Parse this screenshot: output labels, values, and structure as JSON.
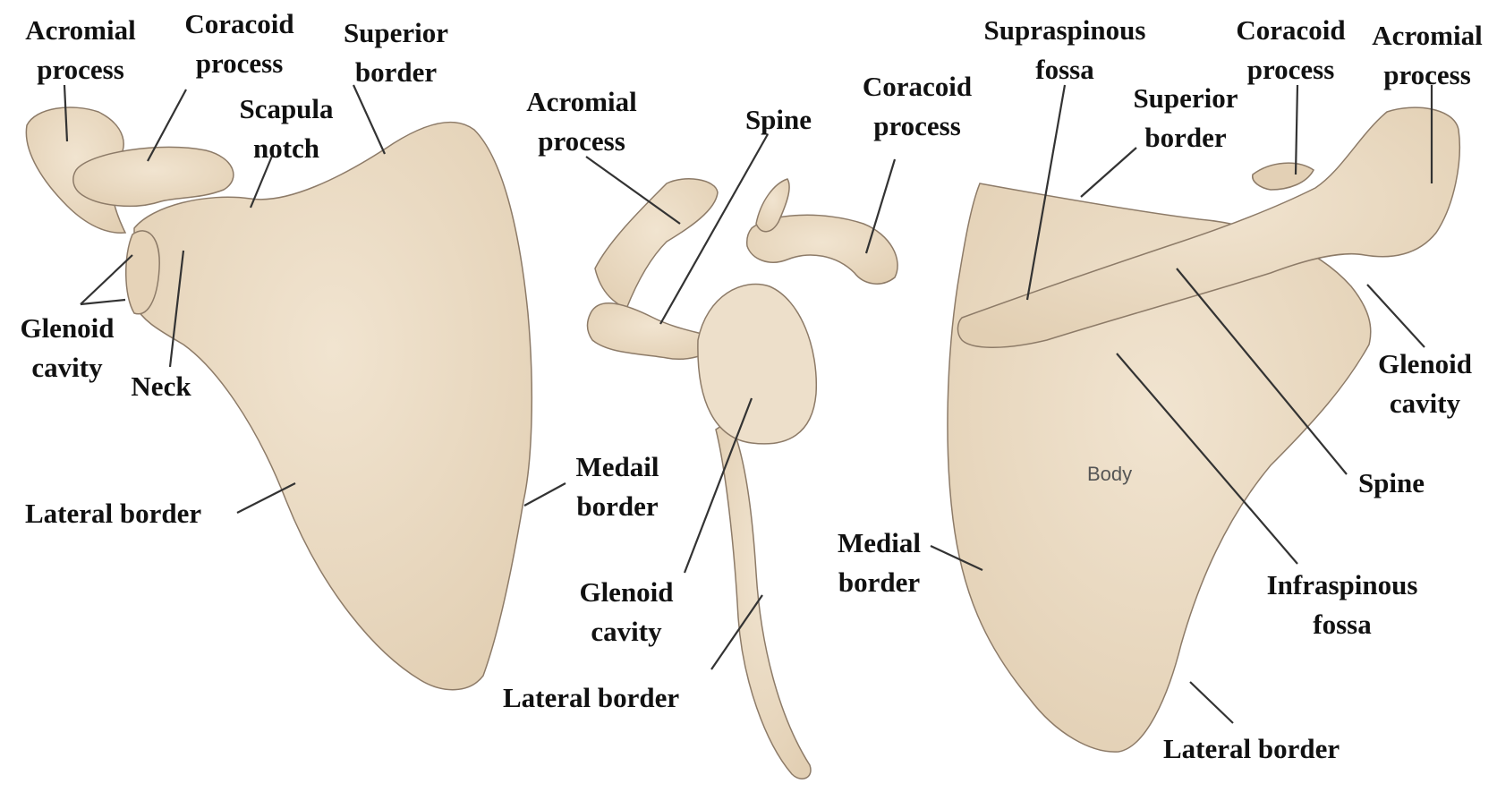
{
  "figure": {
    "background": "#ffffff",
    "bone_color": "#ecdcc5",
    "bone_shade": "#d9c6ab",
    "bone_outline": "#8d7b68",
    "leader_color": "#333333"
  },
  "anterior_view": {
    "labels": {
      "acromial_process": "Acromial\nprocess",
      "coracoid_process": "Coracoid\nprocess",
      "superior_border": "Superior\nborder",
      "scapula_notch": "Scapula\nnotch",
      "glenoid_cavity": "Glenoid\ncavity",
      "neck": "Neck",
      "lateral_border": "Lateral border",
      "medail_border": "Medail\nborder"
    }
  },
  "lateral_view": {
    "labels": {
      "acromial_process": "Acromial\nprocess",
      "spine": "Spine",
      "coracoid_process": "Coracoid\nprocess",
      "glenoid_cavity": "Glenoid\ncavity",
      "lateral_border": "Lateral border"
    }
  },
  "posterior_view": {
    "labels": {
      "supraspinous_fossa": "Supraspinous\nfossa",
      "coracoid_process": "Coracoid\nprocess",
      "acromial_process": "Acromial\nprocess",
      "superior_border": "Superior\nborder",
      "glenoid_cavity": "Glenoid\ncavity",
      "spine": "Spine",
      "body": "Body",
      "medial_border": "Medial\nborder",
      "infraspinous_fossa": "Infraspinous\nfossa",
      "lateral_border": "Lateral border"
    }
  }
}
